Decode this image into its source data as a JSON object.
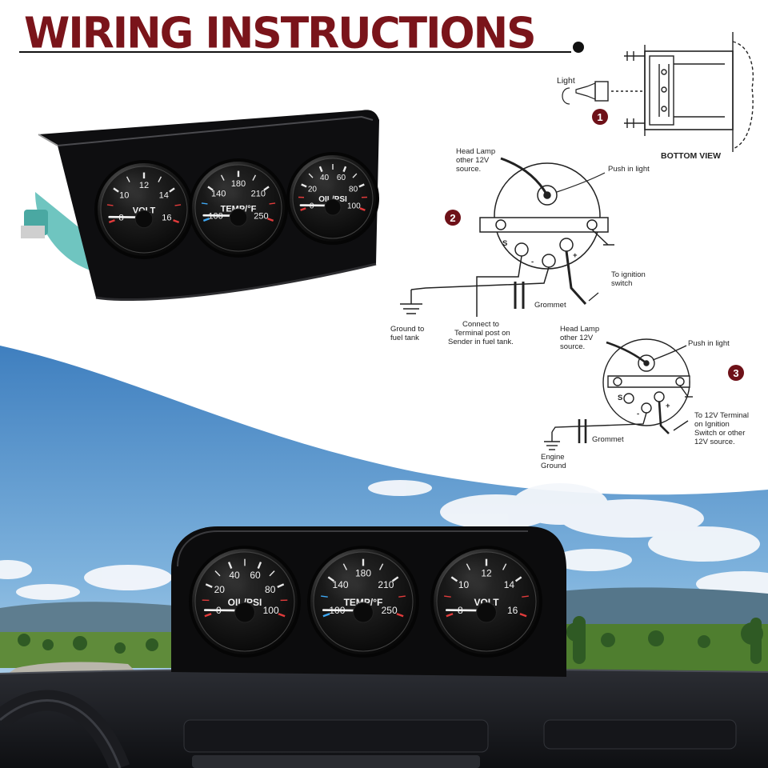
{
  "title": "WIRING INSTRUCTIONS",
  "colors": {
    "title": "#7a141a",
    "panel": "#0d0d0d",
    "sky": "#4f8ec6"
  },
  "step_numbers": [
    "1",
    "2",
    "3"
  ],
  "diagram1": {
    "light_label": "Light",
    "view_label": "BOTTOM VIEW"
  },
  "diagram2": {
    "head_lamp": [
      "Head Lamp",
      "other 12V",
      "source."
    ],
    "push_in_light": "Push in light",
    "terminal_s": "S",
    "terminal_minus": "-",
    "terminal_plus": "+",
    "ignition": [
      "To ignition",
      "switch"
    ],
    "grommet": "Grommet",
    "ground": [
      "Ground to",
      "fuel tank"
    ],
    "connect": [
      "Connect   to",
      "Terminal post on",
      "Sender in fuel tank."
    ]
  },
  "diagram3": {
    "head_lamp": [
      "Head Lamp",
      "other 12V",
      "source."
    ],
    "push_in_light": "Push in light",
    "terminal_s": "S",
    "terminal_minus": "-",
    "terminal_plus": "+",
    "ignition": [
      "To  12V  Terminal",
      "on  Ignition",
      "Switch  or  other",
      "12V  source."
    ],
    "grommet": "Grommet",
    "ground": [
      "Engine",
      "Ground"
    ]
  },
  "top_gauges": [
    {
      "label": "VOLT",
      "ticks": [
        "8",
        "10",
        "12",
        "14",
        "16"
      ]
    },
    {
      "label": "TEMP/°F",
      "ticks": [
        "100",
        "140",
        "180",
        "210",
        "250"
      ]
    },
    {
      "label": "OIL/PSI",
      "ticks": [
        "0",
        "20",
        "40",
        "60",
        "80",
        "100"
      ]
    }
  ],
  "bottom_gauges": [
    {
      "label": "OIL/PSI",
      "ticks": [
        "0",
        "20",
        "40",
        "60",
        "80",
        "100"
      ]
    },
    {
      "label": "TEMP/°F",
      "ticks": [
        "100",
        "140",
        "180",
        "210",
        "250"
      ]
    },
    {
      "label": "VOLT",
      "ticks": [
        "8",
        "10",
        "12",
        "14",
        "16"
      ]
    }
  ]
}
